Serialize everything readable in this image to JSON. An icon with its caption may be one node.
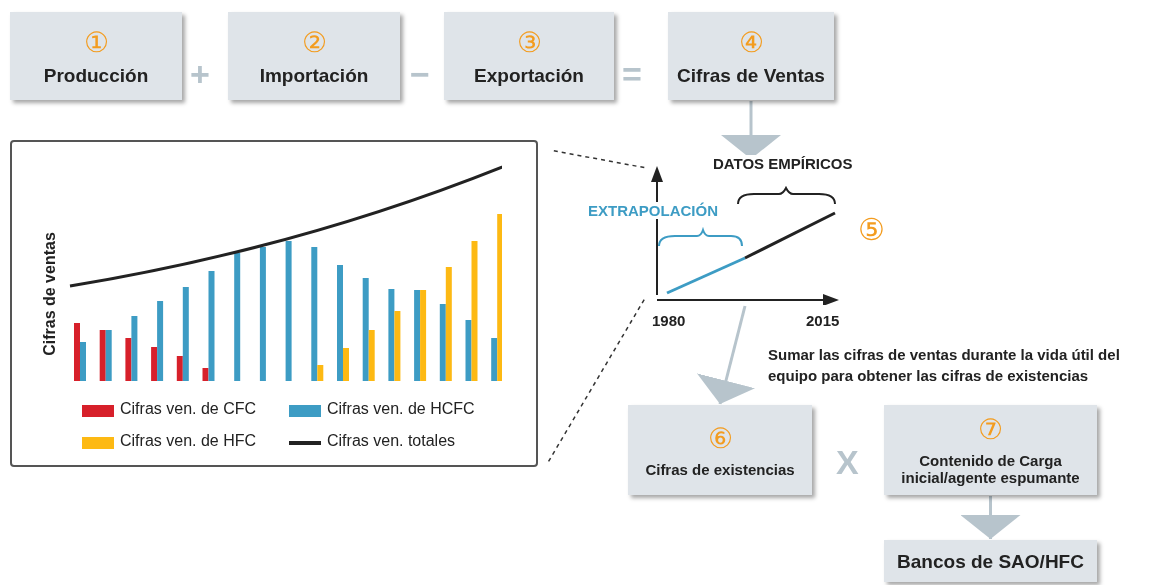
{
  "diagram": {
    "nodes": [
      {
        "text": [
          "①",
          "Producción"
        ]
      },
      {
        "text": [
          "②",
          "Importación"
        ]
      },
      {
        "text": [
          "③",
          "Exportación"
        ]
      },
      {
        "text": [
          "④",
          "Cifras de Ventas"
        ]
      },
      {
        "text": [],
        "shape": "picture"
      },
      {
        "text": [],
        "shape": "picture",
        "beside": [
          "⑤",
          "1980",
          "2015"
        ]
      },
      {
        "text": [
          "⑥",
          "Cifras de existencias"
        ]
      },
      {
        "text": [
          "⑦",
          "Contenido de Carga inicial/agente espumante"
        ]
      },
      {
        "text": [
          "Bancos de SAO/HFC"
        ]
      }
    ],
    "edges": [
      {
        "from": 3,
        "to": 5,
        "arrow": "to"
      },
      {
        "from": 5,
        "to": 6,
        "arrow": "to",
        "label": "Sumar las cifras de ventas durante la vida útil del equipo para obtener las cifras de existencias"
      },
      {
        "from": 7,
        "to": 8,
        "arrow": "to"
      },
      {
        "from": 4,
        "to": 5,
        "arrow": "none",
        "style": "dashed",
        "color": "#333333"
      },
      {
        "from": 4,
        "to": 5,
        "arrow": "none",
        "style": "dashed",
        "color": "#333333"
      }
    ],
    "labels": [
      "+",
      "−",
      "=",
      "Cifras de ventas",
      "DATOS EMPÍRICOS",
      "EXTRAPOLACIÓN",
      "X"
    ],
    "legend": [
      {
        "text": "Cifras ven. de CFC",
        "color": "#d7202a"
      },
      {
        "text": "Cifras ven. de HCFC",
        "color": "#3d9cc4"
      },
      {
        "text": "Cifras ven. de HFC",
        "color": "#fdb913"
      },
      {
        "text": "Cifras ven. totales"
      }
    ]
  }
}
